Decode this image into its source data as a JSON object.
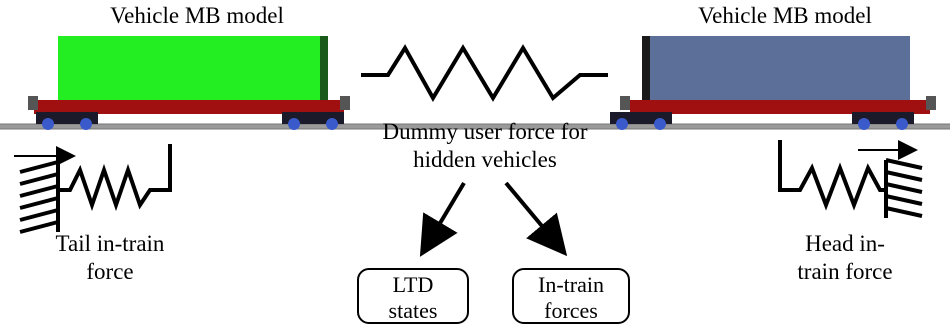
{
  "left_vehicle": {
    "label": "Vehicle MB model",
    "body_color": "#22ee22"
  },
  "right_vehicle": {
    "label": "Vehicle MB model",
    "body_color": "#5b6f99"
  },
  "center_label": {
    "line1": "Dummy user force for",
    "line2": "hidden vehicles"
  },
  "tail_force": {
    "line1": "Tail in-train",
    "line2": "force"
  },
  "head_force": {
    "line1": "Head in-",
    "line2": "train force"
  },
  "boxes": {
    "ltd": {
      "line1": "LTD",
      "line2": "states"
    },
    "intrain": {
      "line1": "In-train",
      "line2": "forces"
    }
  },
  "colors": {
    "chassis": "#a01010",
    "rail": "#9a9a9a",
    "bogie": "#1a1a2a",
    "bogie_blue": "#3a5acc"
  }
}
